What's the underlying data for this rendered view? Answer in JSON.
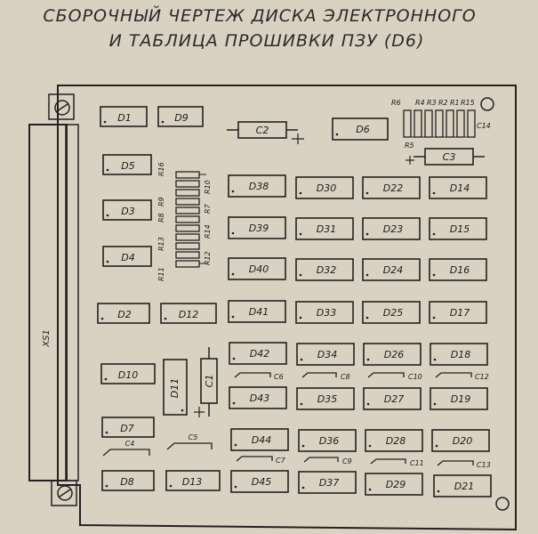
{
  "title": {
    "line1": "СБОРОЧНЫЙ ЧЕРТЕЖ ДИСКА ЭЛЕКТРОННОГО",
    "line2": "И ТАБЛИЦА ПРОШИВКИ ПЗУ (D6)"
  },
  "connector_label": "XS1",
  "chips": [
    "D1",
    "D9",
    "D6",
    "D5",
    "D3",
    "D4",
    "D2",
    "D12",
    "D10",
    "D11",
    "D7",
    "D8",
    "D13",
    "D38",
    "D30",
    "D22",
    "D14",
    "D39",
    "D31",
    "D23",
    "D15",
    "D40",
    "D32",
    "D24",
    "D16",
    "D41",
    "D33",
    "D25",
    "D17",
    "D42",
    "D34",
    "D26",
    "D18",
    "D43",
    "D35",
    "D27",
    "D19",
    "D44",
    "D36",
    "D28",
    "D20",
    "D45",
    "D37",
    "D29",
    "D21"
  ],
  "capacitors": [
    "C1",
    "C2",
    "C3",
    "C4",
    "C5",
    "C6",
    "C7",
    "C8",
    "C9",
    "C10",
    "C11",
    "C12",
    "C13",
    "C14"
  ],
  "resistors": [
    "R1",
    "R2",
    "R3",
    "R4",
    "R5",
    "R6",
    "R7",
    "R8",
    "R9",
    "R10",
    "R11",
    "R12",
    "R13",
    "R14",
    "R15",
    "R16"
  ]
}
